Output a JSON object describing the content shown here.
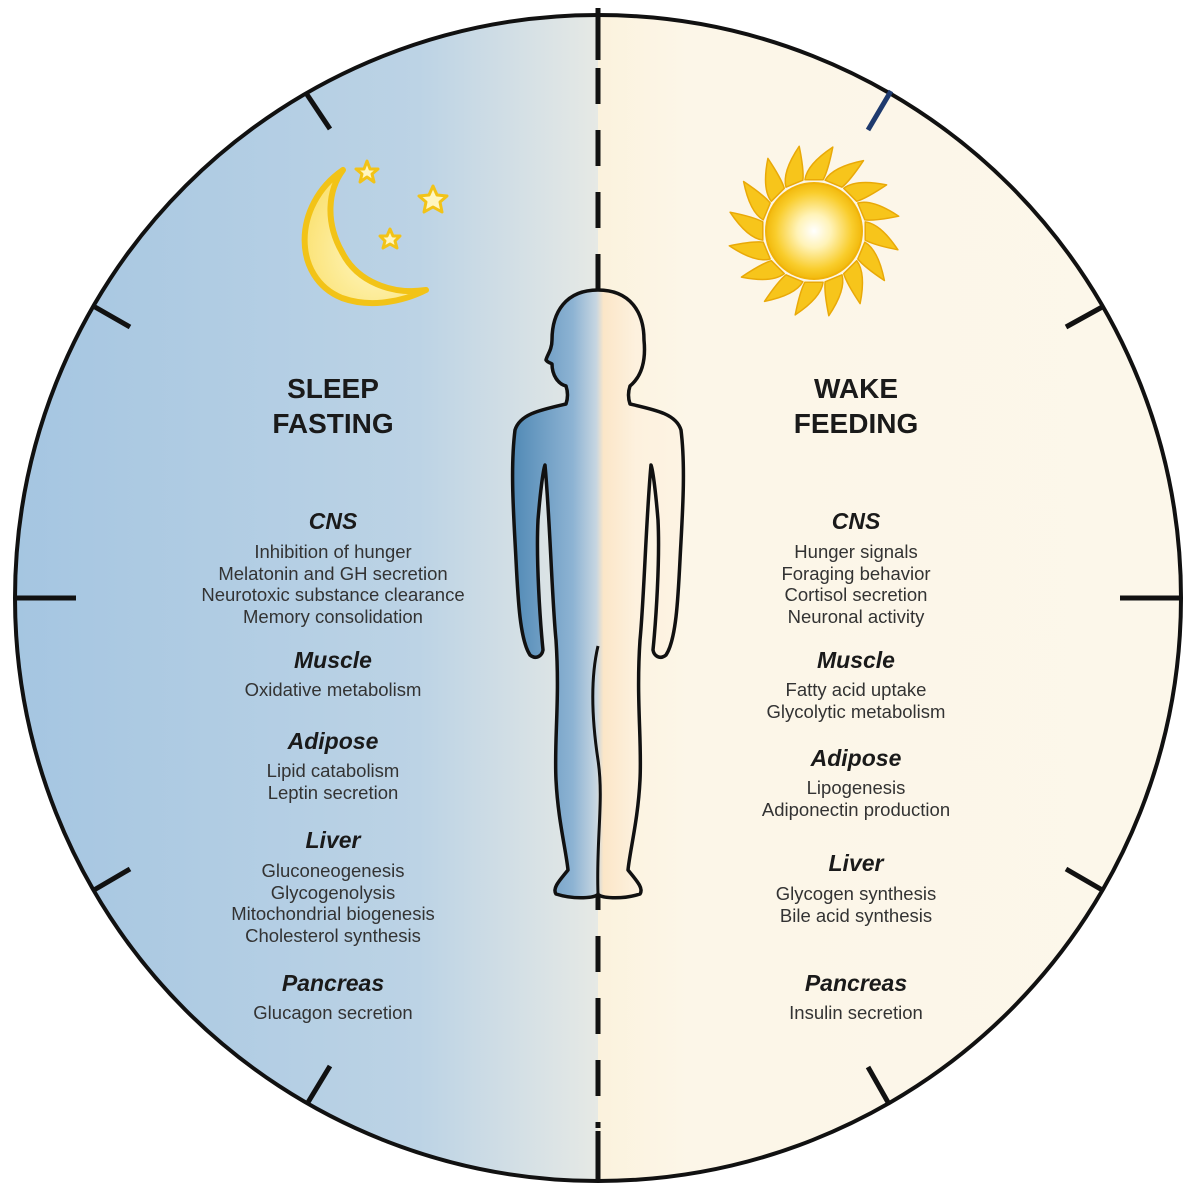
{
  "sleep": {
    "heading_line1": "SLEEP",
    "heading_line2": "FASTING",
    "icon": "moon-and-stars-icon",
    "sections": [
      {
        "organ": "CNS",
        "items": [
          "Inhibition of hunger",
          "Melatonin and GH secretion",
          "Neurotoxic substance clearance",
          "Memory consolidation"
        ]
      },
      {
        "organ": "Muscle",
        "items": [
          "Oxidative metabolism"
        ]
      },
      {
        "organ": "Adipose",
        "items": [
          "Lipid catabolism",
          "Leptin secretion"
        ]
      },
      {
        "organ": "Liver",
        "items": [
          "Gluconeogenesis",
          "Glycogenolysis",
          "Mitochondrial biogenesis",
          "Cholesterol synthesis"
        ]
      },
      {
        "organ": "Pancreas",
        "items": [
          "Glucagon secretion"
        ]
      }
    ]
  },
  "wake": {
    "heading_line1": "WAKE",
    "heading_line2": "FEEDING",
    "icon": "sun-icon",
    "sections": [
      {
        "organ": "CNS",
        "items": [
          "Hunger signals",
          "Foraging behavior",
          "Cortisol secretion",
          "Neuronal activity"
        ]
      },
      {
        "organ": "Muscle",
        "items": [
          "Fatty acid uptake",
          "Glycolytic metabolism"
        ]
      },
      {
        "organ": "Adipose",
        "items": [
          "Lipogenesis",
          "Adiponectin production"
        ]
      },
      {
        "organ": "Liver",
        "items": [
          "Glycogen synthesis",
          "Bile acid synthesis"
        ]
      },
      {
        "organ": "Pancreas",
        "items": [
          "Insulin secretion"
        ]
      }
    ]
  },
  "colors": {
    "sleep_background": "#a9c8e2",
    "sleep_gradient_edge": "#e4e8e6",
    "wake_background": "#fcf7ea",
    "human_silhouette_left": "#5b8fb8",
    "human_silhouette_right": "#fde3c0",
    "moon": "#fde77a",
    "sun": "#f7c51b",
    "outline": "#111111",
    "accent_tick": "#1e3a6e"
  }
}
